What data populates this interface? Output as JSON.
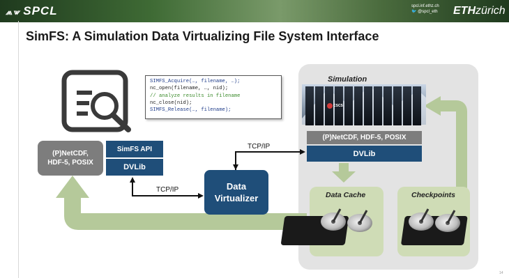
{
  "header": {
    "logo_text": "SPCL",
    "twitter_line1": "spcl.inf.ethz.ch",
    "twitter_line2": "@spcl_eth",
    "eth_bold": "ETH",
    "eth_rest": "zürich"
  },
  "slide": {
    "title": "SimFS: A Simulation Data Virtualizing File System Interface",
    "page_number": "14"
  },
  "code": {
    "line1": "SIMFS_Acquire(…, filename, …);",
    "line2": "nc_open(filename, …, nid);",
    "line3": "// analyze results in filename",
    "line4": "nc_close(nid);",
    "line5": "SIMFS_Release(…, filename);"
  },
  "client": {
    "netcdf_line1": "(P)NetCDF,",
    "netcdf_line2": "HDF-5, POSIX",
    "simfs_api": "SimFS API",
    "dvlib": "DVLib"
  },
  "virtualizer": {
    "line1": "Data",
    "line2": "Virtualizer"
  },
  "connections": {
    "tcp_top": "TCP/IP",
    "tcp_bottom": "TCP/IP"
  },
  "simulation": {
    "label": "Simulation",
    "cscs_label": "CSCS",
    "netcdf": "(P)NetCDF, HDF-5, POSIX",
    "dvlib": "DVLib"
  },
  "storage": {
    "cache_label": "Data Cache",
    "checkpoints_label": "Checkpoints"
  },
  "colors": {
    "accent_blue": "#1f4e79",
    "gray_box": "#7d7d7d",
    "green_arrow": "#b5c99a",
    "panel_gray": "#e3e3e3"
  }
}
